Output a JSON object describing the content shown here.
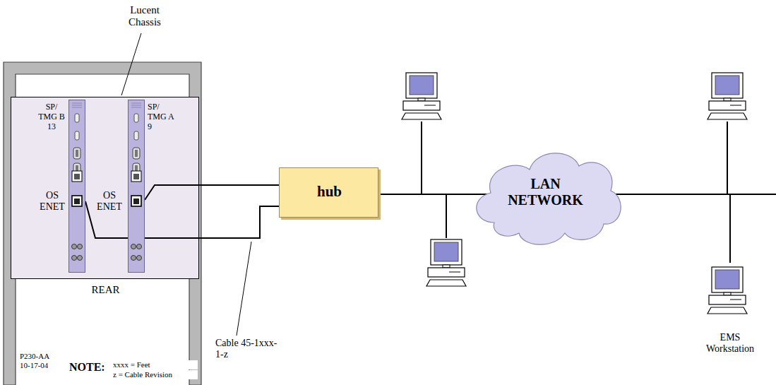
{
  "diagram": {
    "nodes": [
      {
        "text": [
          "REAR"
        ]
      },
      {
        "text": [
          "SP/ TMG B 13",
          "OS ENET"
        ],
        "in": 0
      },
      {
        "text": [
          "SP/ TMG A 9",
          "OS ENET"
        ],
        "in": 0
      },
      {
        "text": [
          "hub"
        ]
      },
      {
        "text": [
          "LAN NETWORK"
        ]
      },
      {
        "text": [
          "EMS Workstation"
        ]
      }
    ],
    "edges": [
      {
        "from": 2,
        "to": 3,
        "arrow": "none"
      },
      {
        "from": 1,
        "to": 3,
        "label": "Cable 45-1xxx-1-z",
        "arrow": "none"
      },
      {
        "from": 3,
        "to": 4,
        "arrow": "none"
      },
      {
        "from": 4,
        "to": 5,
        "arrow": "none"
      }
    ],
    "labels": [
      "Lucent Chassis",
      "P230-AA",
      "10-17-04",
      "NOTE:",
      "xxxx = Feet",
      "z = Cable Revision"
    ]
  }
}
